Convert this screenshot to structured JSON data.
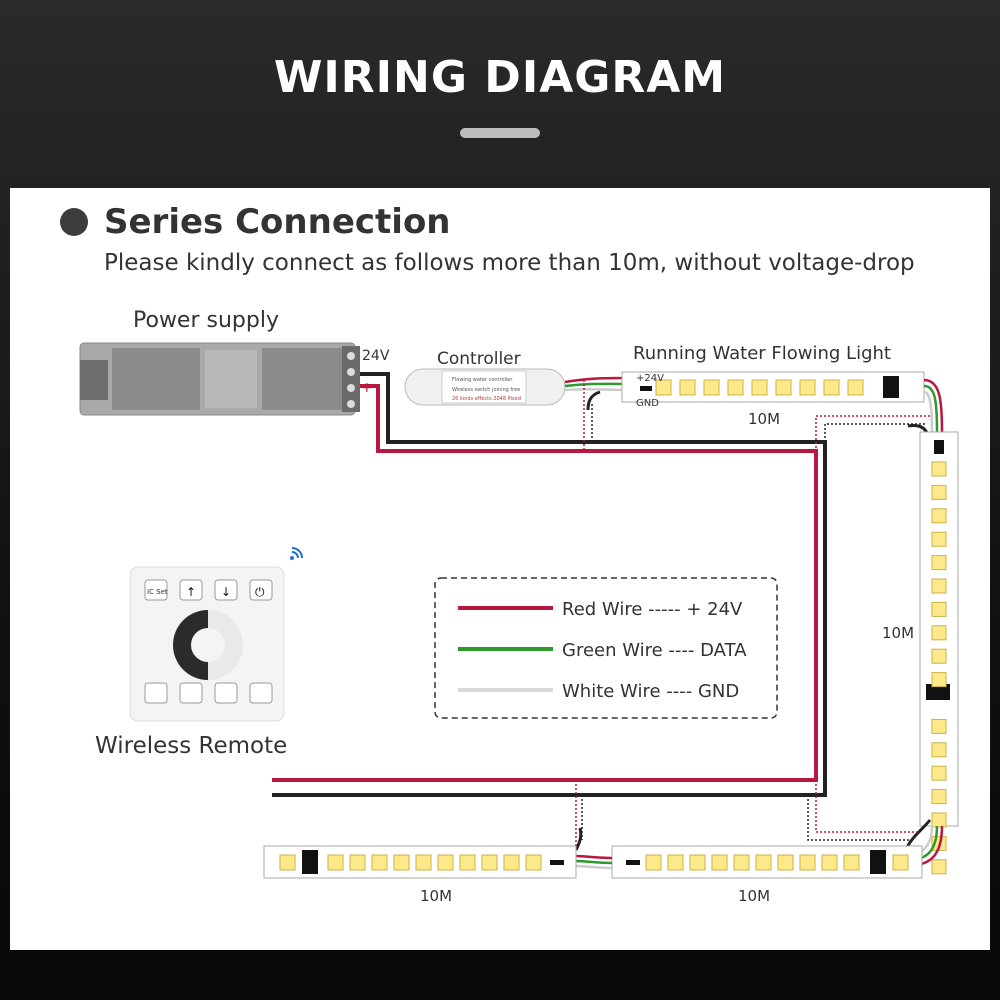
{
  "header": {
    "title": "WIRING DIAGRAM"
  },
  "section": {
    "title": "Series Connection",
    "subtitle": "Please kindly connect as follows more than 10m, without voltage-drop"
  },
  "power_supply": {
    "label": "Power supply",
    "voltage_label": "24V",
    "minus": "-",
    "plus": "+"
  },
  "controller": {
    "label": "Controller",
    "lines": [
      "Flowing water controller",
      "Wireless switch joining free",
      "26 kinds effects 2048 Pixed"
    ]
  },
  "strip": {
    "label": "Running Water Flowing Light",
    "plus_label": "+24V",
    "gnd_label": "GND",
    "length": "10M"
  },
  "remote": {
    "label": "Wireless Remote",
    "buttons": [
      "IC Set",
      "↑",
      "↓",
      "⏻"
    ]
  },
  "legend": [
    {
      "text": "Red Wire ----- + 24V",
      "color": "#b8183f"
    },
    {
      "text": "Green Wire ---- DATA",
      "color": "#2e9a2e"
    },
    {
      "text": "White Wire ---- GND",
      "color": "#d8d8d8"
    }
  ]
}
